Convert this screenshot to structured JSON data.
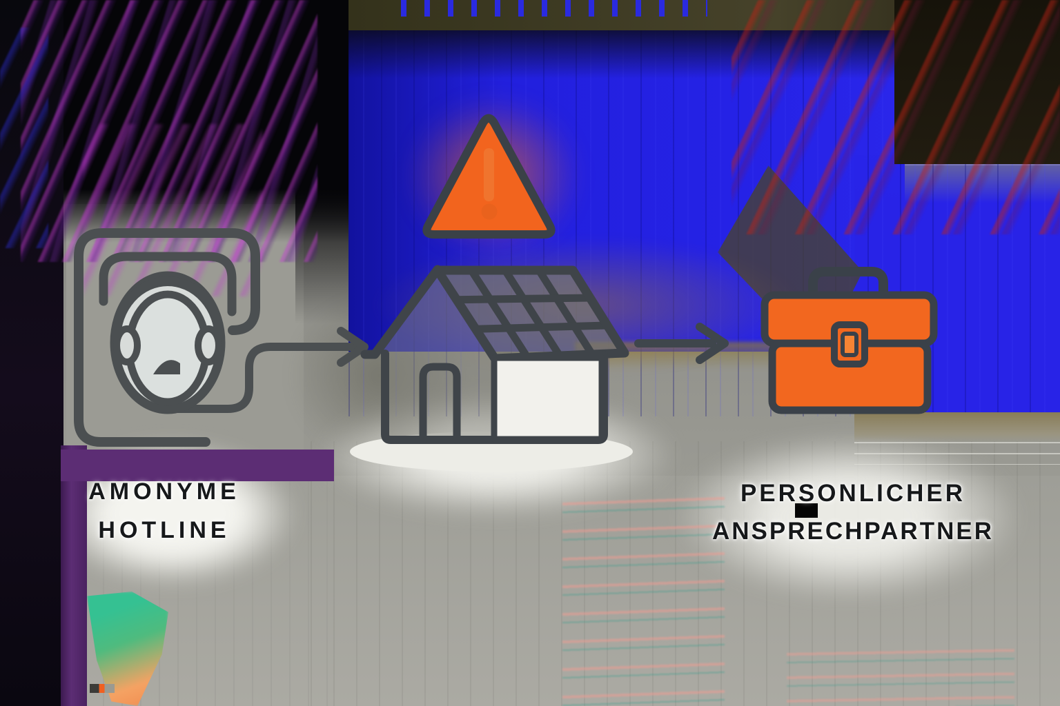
{
  "labels": {
    "left": {
      "line1": "AMONYME",
      "line2": "HOTLINE"
    },
    "right": {
      "line1": "PERSONLICHER",
      "line2": "ANSPRECHPARTNER"
    }
  },
  "icons": {
    "left": "headset-agent-icon",
    "center": "solar-house-icon",
    "center_badge": "warning-triangle-icon",
    "right": "briefcase-icon",
    "connectors": [
      "arrow-hotline-to-house",
      "arrow-house-to-briefcase"
    ]
  },
  "colors": {
    "accent_orange": "#f2671f",
    "exclamation_orange": "#e9621d",
    "stroke_slate": "#3a4149",
    "glitch_blue": "#2522e6",
    "glitch_navy": "#12129e",
    "glitch_purple_band": "#5c2d74",
    "glitch_magenta": "#c13ad1",
    "glitch_teal": "#35c192",
    "glitch_salmon": "#f2a296",
    "background_gray": "#a8a8a1",
    "panel_gray": "#9b9b94",
    "label_text": "#16181a",
    "head_fill": "#d8dcda",
    "white_wall": "#f2f1ec"
  }
}
